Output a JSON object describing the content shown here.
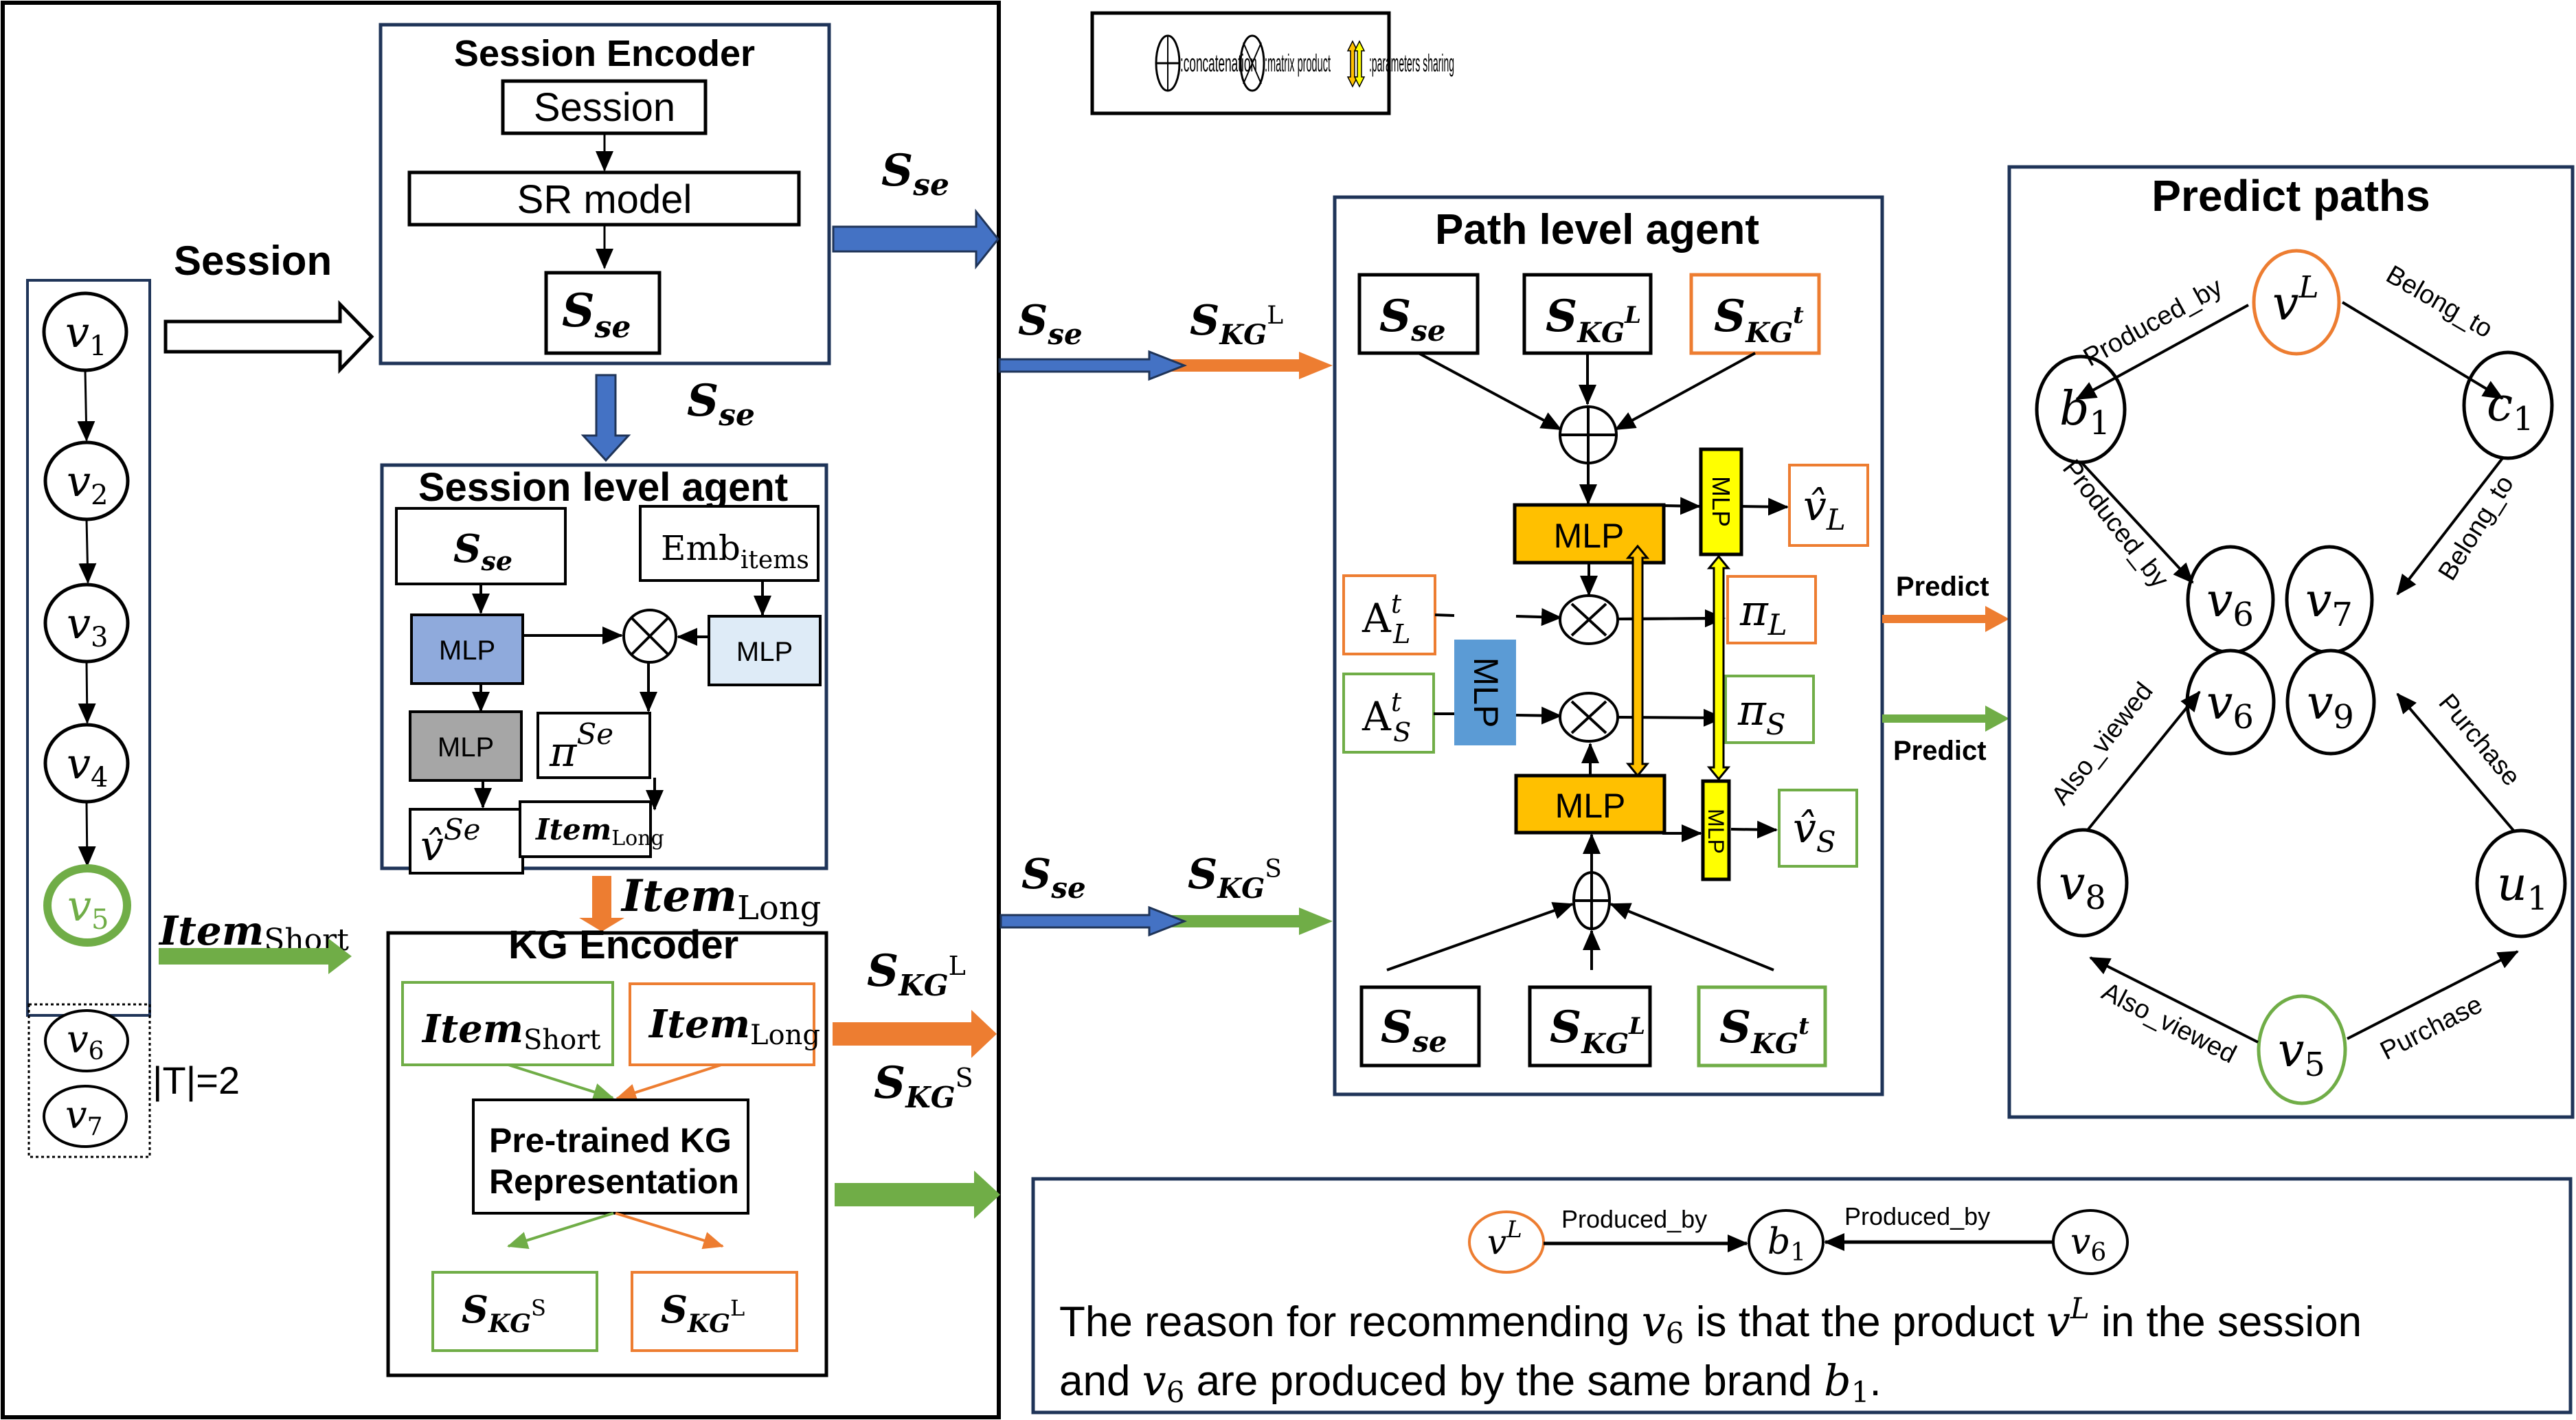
{
  "colors": {
    "navy": "#1f3458",
    "blue_arrow": "#4472c4",
    "orange": "#ed7d31",
    "green": "#70ad47",
    "mlp_blue": "#8faadc",
    "mlp_light": "#deebf7",
    "mlp_gray": "#a6a6a6",
    "mlp_orange": "#ffc000",
    "mlp_yellow": "#ffff00",
    "mlp_vertical_blue": "#5b9bd5"
  },
  "legend": {
    "concat_label": ":concatenation",
    "matrix_label": ":matrix product",
    "sharing_label": ":parameters sharing"
  },
  "session_items": {
    "nodes": [
      {
        "base": "v",
        "sub": "1"
      },
      {
        "base": "v",
        "sub": "2"
      },
      {
        "base": "v",
        "sub": "3"
      },
      {
        "base": "v",
        "sub": "4"
      },
      {
        "base": "v",
        "sub": "5",
        "highlight": "green"
      }
    ],
    "targets": [
      {
        "base": "v",
        "sub": "6"
      },
      {
        "base": "v",
        "sub": "7"
      }
    ],
    "target_count_label": "|T|=2"
  },
  "arrows": {
    "session_label": "Session",
    "sse_base": "S",
    "sse_sub": "se",
    "item_base": "Item",
    "short_sub": "Short",
    "long_sub": "Long",
    "kg_sub": "KG",
    "sup_L": "L",
    "sup_S": "S",
    "predict_label": "Predict"
  },
  "session_encoder": {
    "title": "Session Encoder",
    "session_box": "Session",
    "model_box": "SR model"
  },
  "session_agent": {
    "title": "Session level agent",
    "emb_base": "Emb",
    "emb_sub": "items",
    "mlp": "MLP",
    "pi_base": "π",
    "pi_sup": "Se",
    "vhat_base": "v̂",
    "vhat_sup": "Se"
  },
  "kg_encoder": {
    "title": "KG Encoder",
    "pretrained_line1": "Pre-trained KG",
    "pretrained_line2": "Representation"
  },
  "path_agent": {
    "title": "Path level agent",
    "mlp": "MLP",
    "sup_L_italic": "L",
    "sup_t": "t",
    "A_base": "A",
    "A_sup": "t",
    "A_sub_L": "L",
    "A_sub_S": "S",
    "pi_base": "π",
    "vhat_base": "v̂",
    "sub_L": "L",
    "sub_S": "S"
  },
  "predict_paths": {
    "title": "Predict paths",
    "top_graph": {
      "nodes": [
        {
          "id": "vL",
          "base": "v",
          "sup": "L",
          "highlight": "orange"
        },
        {
          "id": "b1",
          "base": "b",
          "sub": "1"
        },
        {
          "id": "c1",
          "base": "c",
          "sub": "1"
        },
        {
          "id": "v6",
          "base": "v",
          "sub": "6"
        },
        {
          "id": "v7",
          "base": "v",
          "sub": "7"
        }
      ],
      "edges": [
        {
          "from": "vL",
          "to": "b1",
          "label": "Produced_by"
        },
        {
          "from": "vL",
          "to": "c1",
          "label": "Belong_to"
        },
        {
          "from": "b1",
          "to": "v6",
          "label": "Produced_by"
        },
        {
          "from": "c1",
          "to": "v7",
          "label": "Belong_to"
        }
      ]
    },
    "bottom_graph": {
      "nodes": [
        {
          "id": "v5",
          "base": "v",
          "sub": "5",
          "highlight": "green"
        },
        {
          "id": "v8",
          "base": "v",
          "sub": "8"
        },
        {
          "id": "u1",
          "base": "u",
          "sub": "1"
        },
        {
          "id": "v6",
          "base": "v",
          "sub": "6"
        },
        {
          "id": "v9",
          "base": "v",
          "sub": "9"
        }
      ],
      "edges": [
        {
          "from": "v5",
          "to": "v8",
          "label": "Also_viewed"
        },
        {
          "from": "v8",
          "to": "v6",
          "label": "Also_viewed"
        },
        {
          "from": "v5",
          "to": "u1",
          "label": "Purchase"
        },
        {
          "from": "u1",
          "to": "v9",
          "label": "Purchase"
        }
      ]
    }
  },
  "explanation": {
    "edge_label": "Produced_by",
    "node_vL": {
      "base": "v",
      "sup": "L"
    },
    "node_b1": {
      "base": "b",
      "sub": "1"
    },
    "node_v6": {
      "base": "v",
      "sub": "6"
    },
    "line1_a": "The reason for recommending ",
    "line1_v6_base": "v",
    "line1_v6_sub": "6",
    "line1_b": " is that the product ",
    "line1_vL_base": "v",
    "line1_vL_sup": "L",
    "line1_c": " in the session",
    "line2_a": "and ",
    "line2_v6_base": "v",
    "line2_v6_sub": "6",
    "line2_b": " are produced by the same brand ",
    "line2_b1_base": "b",
    "line2_b1_sub": "1",
    "line2_c": "."
  }
}
